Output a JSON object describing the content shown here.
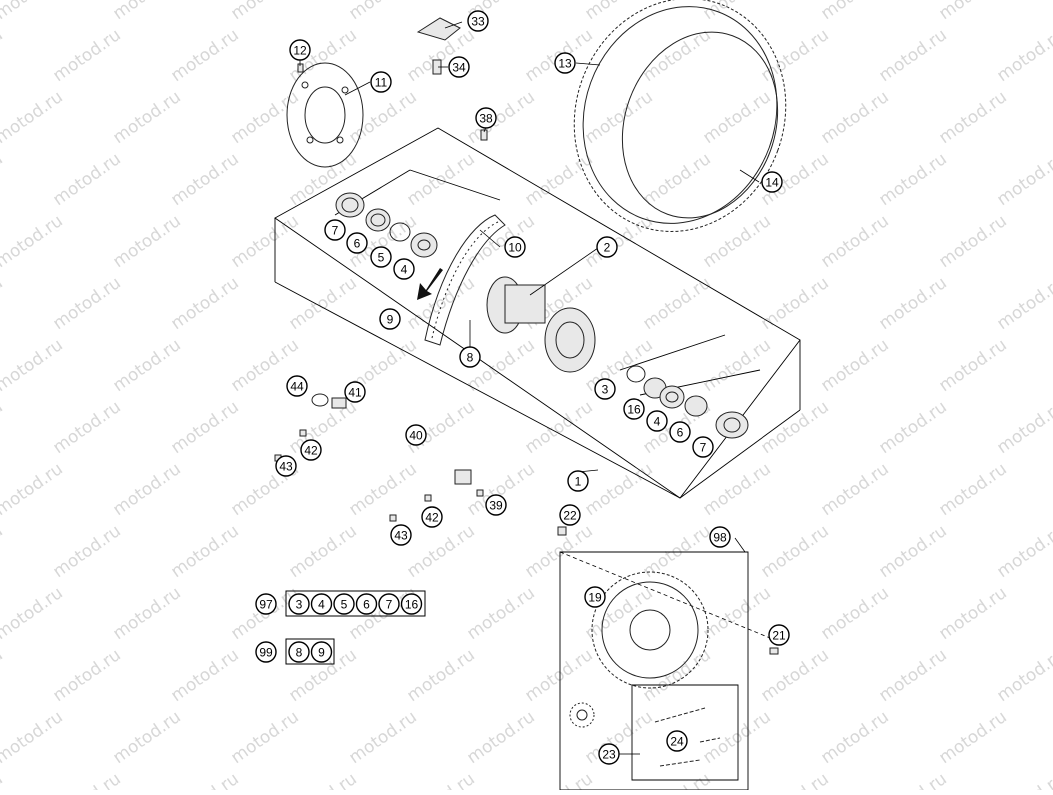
{
  "watermark": {
    "text": "motod.ru",
    "color": "#d7d7d7"
  },
  "callouts": [
    {
      "label": "33"
    },
    {
      "label": "34"
    },
    {
      "label": "12"
    },
    {
      "label": "11"
    },
    {
      "label": "38"
    },
    {
      "label": "13"
    },
    {
      "label": "14"
    },
    {
      "label": "7"
    },
    {
      "label": "6"
    },
    {
      "label": "5"
    },
    {
      "label": "4"
    },
    {
      "label": "10"
    },
    {
      "label": "2"
    },
    {
      "label": "9"
    },
    {
      "label": "8"
    },
    {
      "label": "3"
    },
    {
      "label": "16"
    },
    {
      "label": "4"
    },
    {
      "label": "6"
    },
    {
      "label": "7"
    },
    {
      "label": "44"
    },
    {
      "label": "41"
    },
    {
      "label": "40"
    },
    {
      "label": "42"
    },
    {
      "label": "43"
    },
    {
      "label": "1"
    },
    {
      "label": "39"
    },
    {
      "label": "42"
    },
    {
      "label": "43"
    },
    {
      "label": "22"
    },
    {
      "label": "98"
    },
    {
      "label": "19"
    },
    {
      "label": "21"
    },
    {
      "label": "24"
    },
    {
      "label": "23"
    }
  ],
  "kits": [
    {
      "label": "97",
      "items": [
        "3",
        "4",
        "5",
        "6",
        "7",
        "16"
      ]
    },
    {
      "label": "99",
      "items": [
        "8",
        "9"
      ]
    }
  ]
}
